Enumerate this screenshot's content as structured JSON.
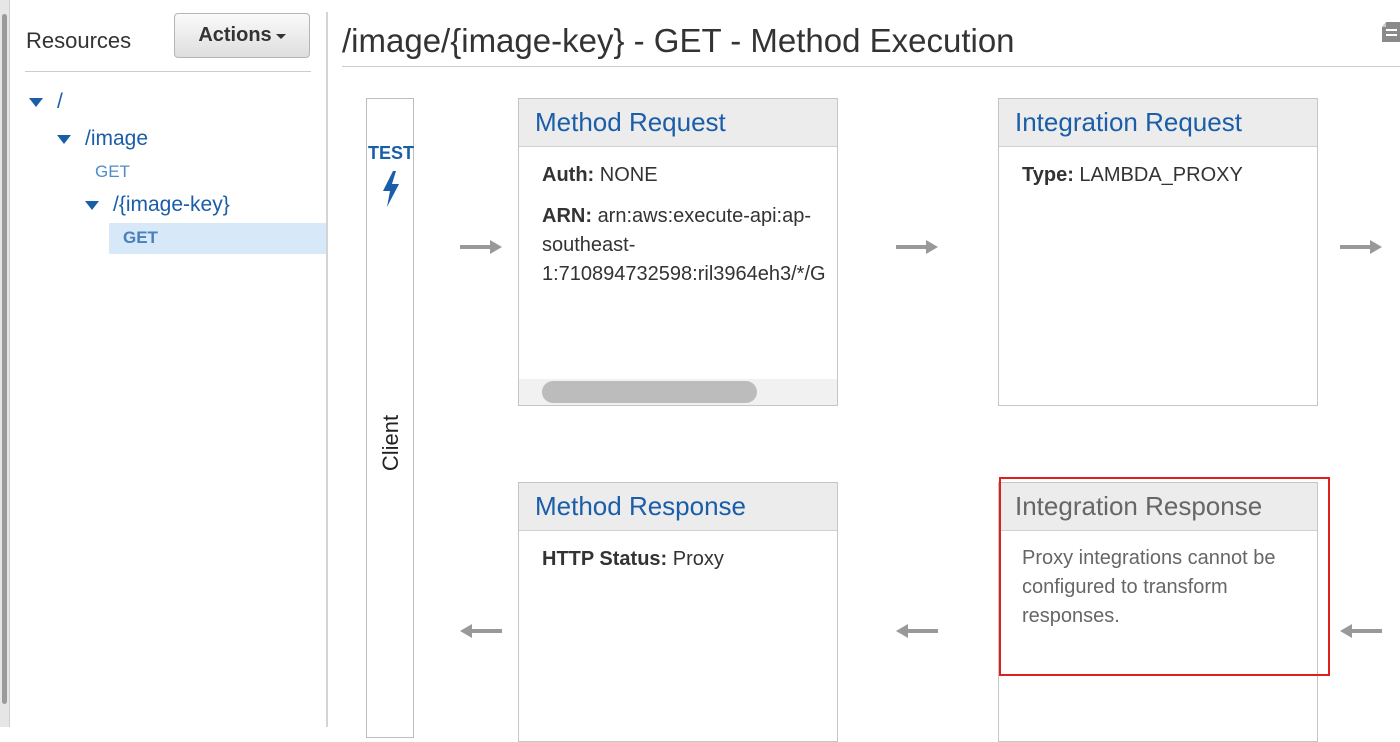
{
  "sidebar": {
    "title": "Resources",
    "actions_label": "Actions",
    "tree": {
      "root": "/",
      "image": "/image",
      "image_get": "GET",
      "image_key": "/{image-key}",
      "image_key_get": "GET"
    }
  },
  "main": {
    "title": "/image/{image-key} - GET - Method Execution",
    "client": {
      "test_label": "TEST",
      "label": "Client"
    },
    "method_request": {
      "title": "Method Request",
      "auth_label": "Auth:",
      "auth_value": "NONE",
      "arn_label": "ARN:",
      "arn_line1": "arn:aws:execute-api:ap-",
      "arn_line2": "southeast-",
      "arn_line3": "1:710894732598:ril3964eh3/*/G"
    },
    "integration_request": {
      "title": "Integration Request",
      "type_label": "Type:",
      "type_value": "LAMBDA_PROXY"
    },
    "method_response": {
      "title": "Method Response",
      "status_label": "HTTP Status:",
      "status_value": "Proxy"
    },
    "integration_response": {
      "title": "Integration Response",
      "message": "Proxy integrations cannot be configured to transform responses."
    }
  },
  "colors": {
    "link_blue": "#1a5da8",
    "highlight_red": "#e02020",
    "selected_bg": "#d7e8f8"
  },
  "icons": [
    "caret-down-icon",
    "tree-toggle-icon",
    "lightning-bolt-icon",
    "arrow-right-icon",
    "arrow-left-icon",
    "page-icon"
  ]
}
